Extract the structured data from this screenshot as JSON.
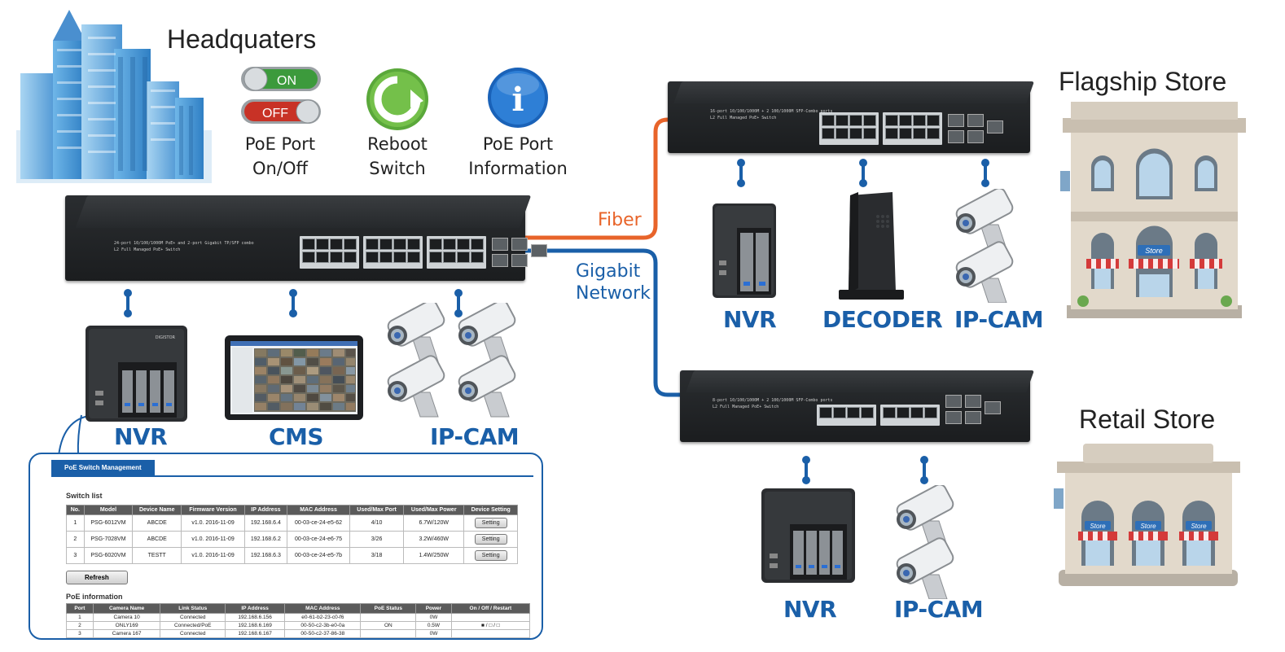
{
  "headquarters": {
    "title": "Headquaters"
  },
  "features": [
    {
      "icon": "poe-toggle-icon",
      "on_label": "ON",
      "off_label": "OFF",
      "line1": "PoE  Port",
      "line2": "On/Off"
    },
    {
      "icon": "reboot-icon",
      "line1": "Reboot",
      "line2": "Switch"
    },
    {
      "icon": "info-icon",
      "glyph": "i",
      "line1": "PoE  Port",
      "line2": "Information"
    }
  ],
  "links": {
    "fiber": "Fiber",
    "gigabit_line1": "Gigabit",
    "gigabit_line2": "Network"
  },
  "colors": {
    "accent": "#1a5fa8",
    "fiber": "#e8642a",
    "panel_header": "#5b5b5b"
  },
  "hq_devices": {
    "nvr": "NVR",
    "cms": "CMS",
    "ipcam": "IP-CAM",
    "nvr_brand": "DIGISTOR"
  },
  "switches": {
    "hq": {
      "line1": "24-port 10/100/1000M PoE+ and 2-port Gigabit TP/SFP combo",
      "line2": "L2 Full Managed PoE+ Switch"
    },
    "flagship": {
      "line1": "16-port 10/100/1000M + 2 100/1000M SFP-Combo ports",
      "line2": "L2 Full Managed PoE+ Switch"
    },
    "retail": {
      "line1": "8-port 10/100/1000M + 2 100/1000M SFP-Combo ports",
      "line2": "L2 Full Managed PoE+ Switch"
    }
  },
  "flagship": {
    "title": "Flagship Store",
    "nvr": "NVR",
    "decoder": "DECODER",
    "ipcam": "IP-CAM",
    "sign": "Store"
  },
  "retail": {
    "title": "Retail Store",
    "nvr": "NVR",
    "ipcam": "IP-CAM",
    "sign": "Store"
  },
  "panel": {
    "tab": "PoE Switch Management",
    "switch_list_title": "Switch list",
    "switch_headers": [
      "No.",
      "Model",
      "Device Name",
      "Firmware Version",
      "IP Address",
      "MAC Address",
      "Used/Max Port",
      "Used/Max Power",
      "Device Setting"
    ],
    "switch_rows": [
      [
        "1",
        "PSG-6012VM",
        "ABCDE",
        "v1.0. 2016-11-09",
        "192.168.6.4",
        "00-03-ce-24-e5-62",
        "4/10",
        "6.7W/120W",
        "Setting"
      ],
      [
        "2",
        "PSG-7028VM",
        "ABCDE",
        "v1.0. 2016-11-09",
        "192.168.6.2",
        "00-03-ce-24-e6-75",
        "3/26",
        "3.2W/460W",
        "Setting"
      ],
      [
        "3",
        "PSG-6020VM",
        "TESTT",
        "v1.0. 2016-11-09",
        "192.168.6.3",
        "00-03-ce-24-e5-7b",
        "3/18",
        "1.4W/250W",
        "Setting"
      ]
    ],
    "refresh": "Refresh",
    "poe_info_title": "PoE information",
    "poe_headers": [
      "Port",
      "Camera Name",
      "Link Status",
      "IP Address",
      "MAC Address",
      "PoE Status",
      "Power",
      "On / Off / Restart"
    ],
    "poe_rows": [
      [
        "1",
        "Camera 10",
        "Connected",
        "192.168.6.156",
        "e0-61-b2-23-c0-f6",
        "",
        "0W",
        ""
      ],
      [
        "2",
        "ONLY169",
        "Connected/PoE",
        "192.168.6.169",
        "00-50-c2-3b-e0-0a",
        "ON",
        "0.5W",
        "■ / □ / □"
      ],
      [
        "3",
        "Camera 167",
        "Connected",
        "192.168.6.167",
        "00-50-c2-37-86-38",
        "",
        "0W",
        ""
      ]
    ]
  }
}
